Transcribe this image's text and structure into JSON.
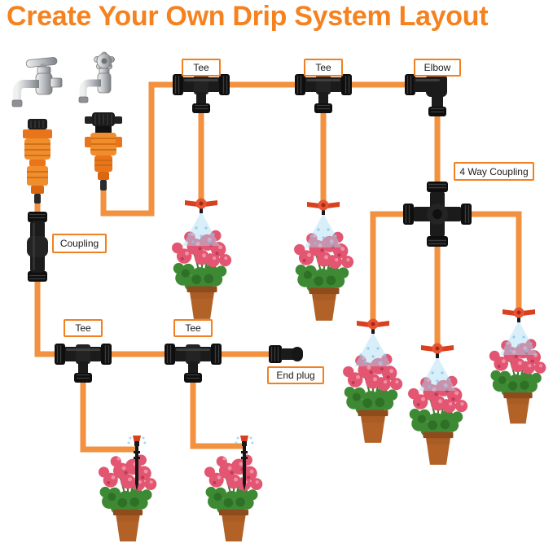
{
  "title": "Create Your Own Drip System Layout",
  "colors": {
    "title_color": "#F5821F",
    "tube": "#F2913F",
    "label_border": "#F08021",
    "fitting_black": "#1B1B1B",
    "connector_orange": "#F08E2E",
    "dripper_red": "#D8401F",
    "mist_blue": "#A9DCF4",
    "flower_pink": "#E25672",
    "leaf_green": "#3E8A34",
    "pot_terracotta": "#B26227",
    "faucet_chrome": "#B9BCC0"
  },
  "labels": {
    "tee_top_left": "Tee",
    "tee_top_right": "Tee",
    "elbow": "Elbow",
    "four_way_coupling": "4 Way Coupling",
    "coupling": "Coupling",
    "tee_bottom_left": "Tee",
    "tee_bottom_right": "Tee",
    "end_plug": "End plug"
  }
}
